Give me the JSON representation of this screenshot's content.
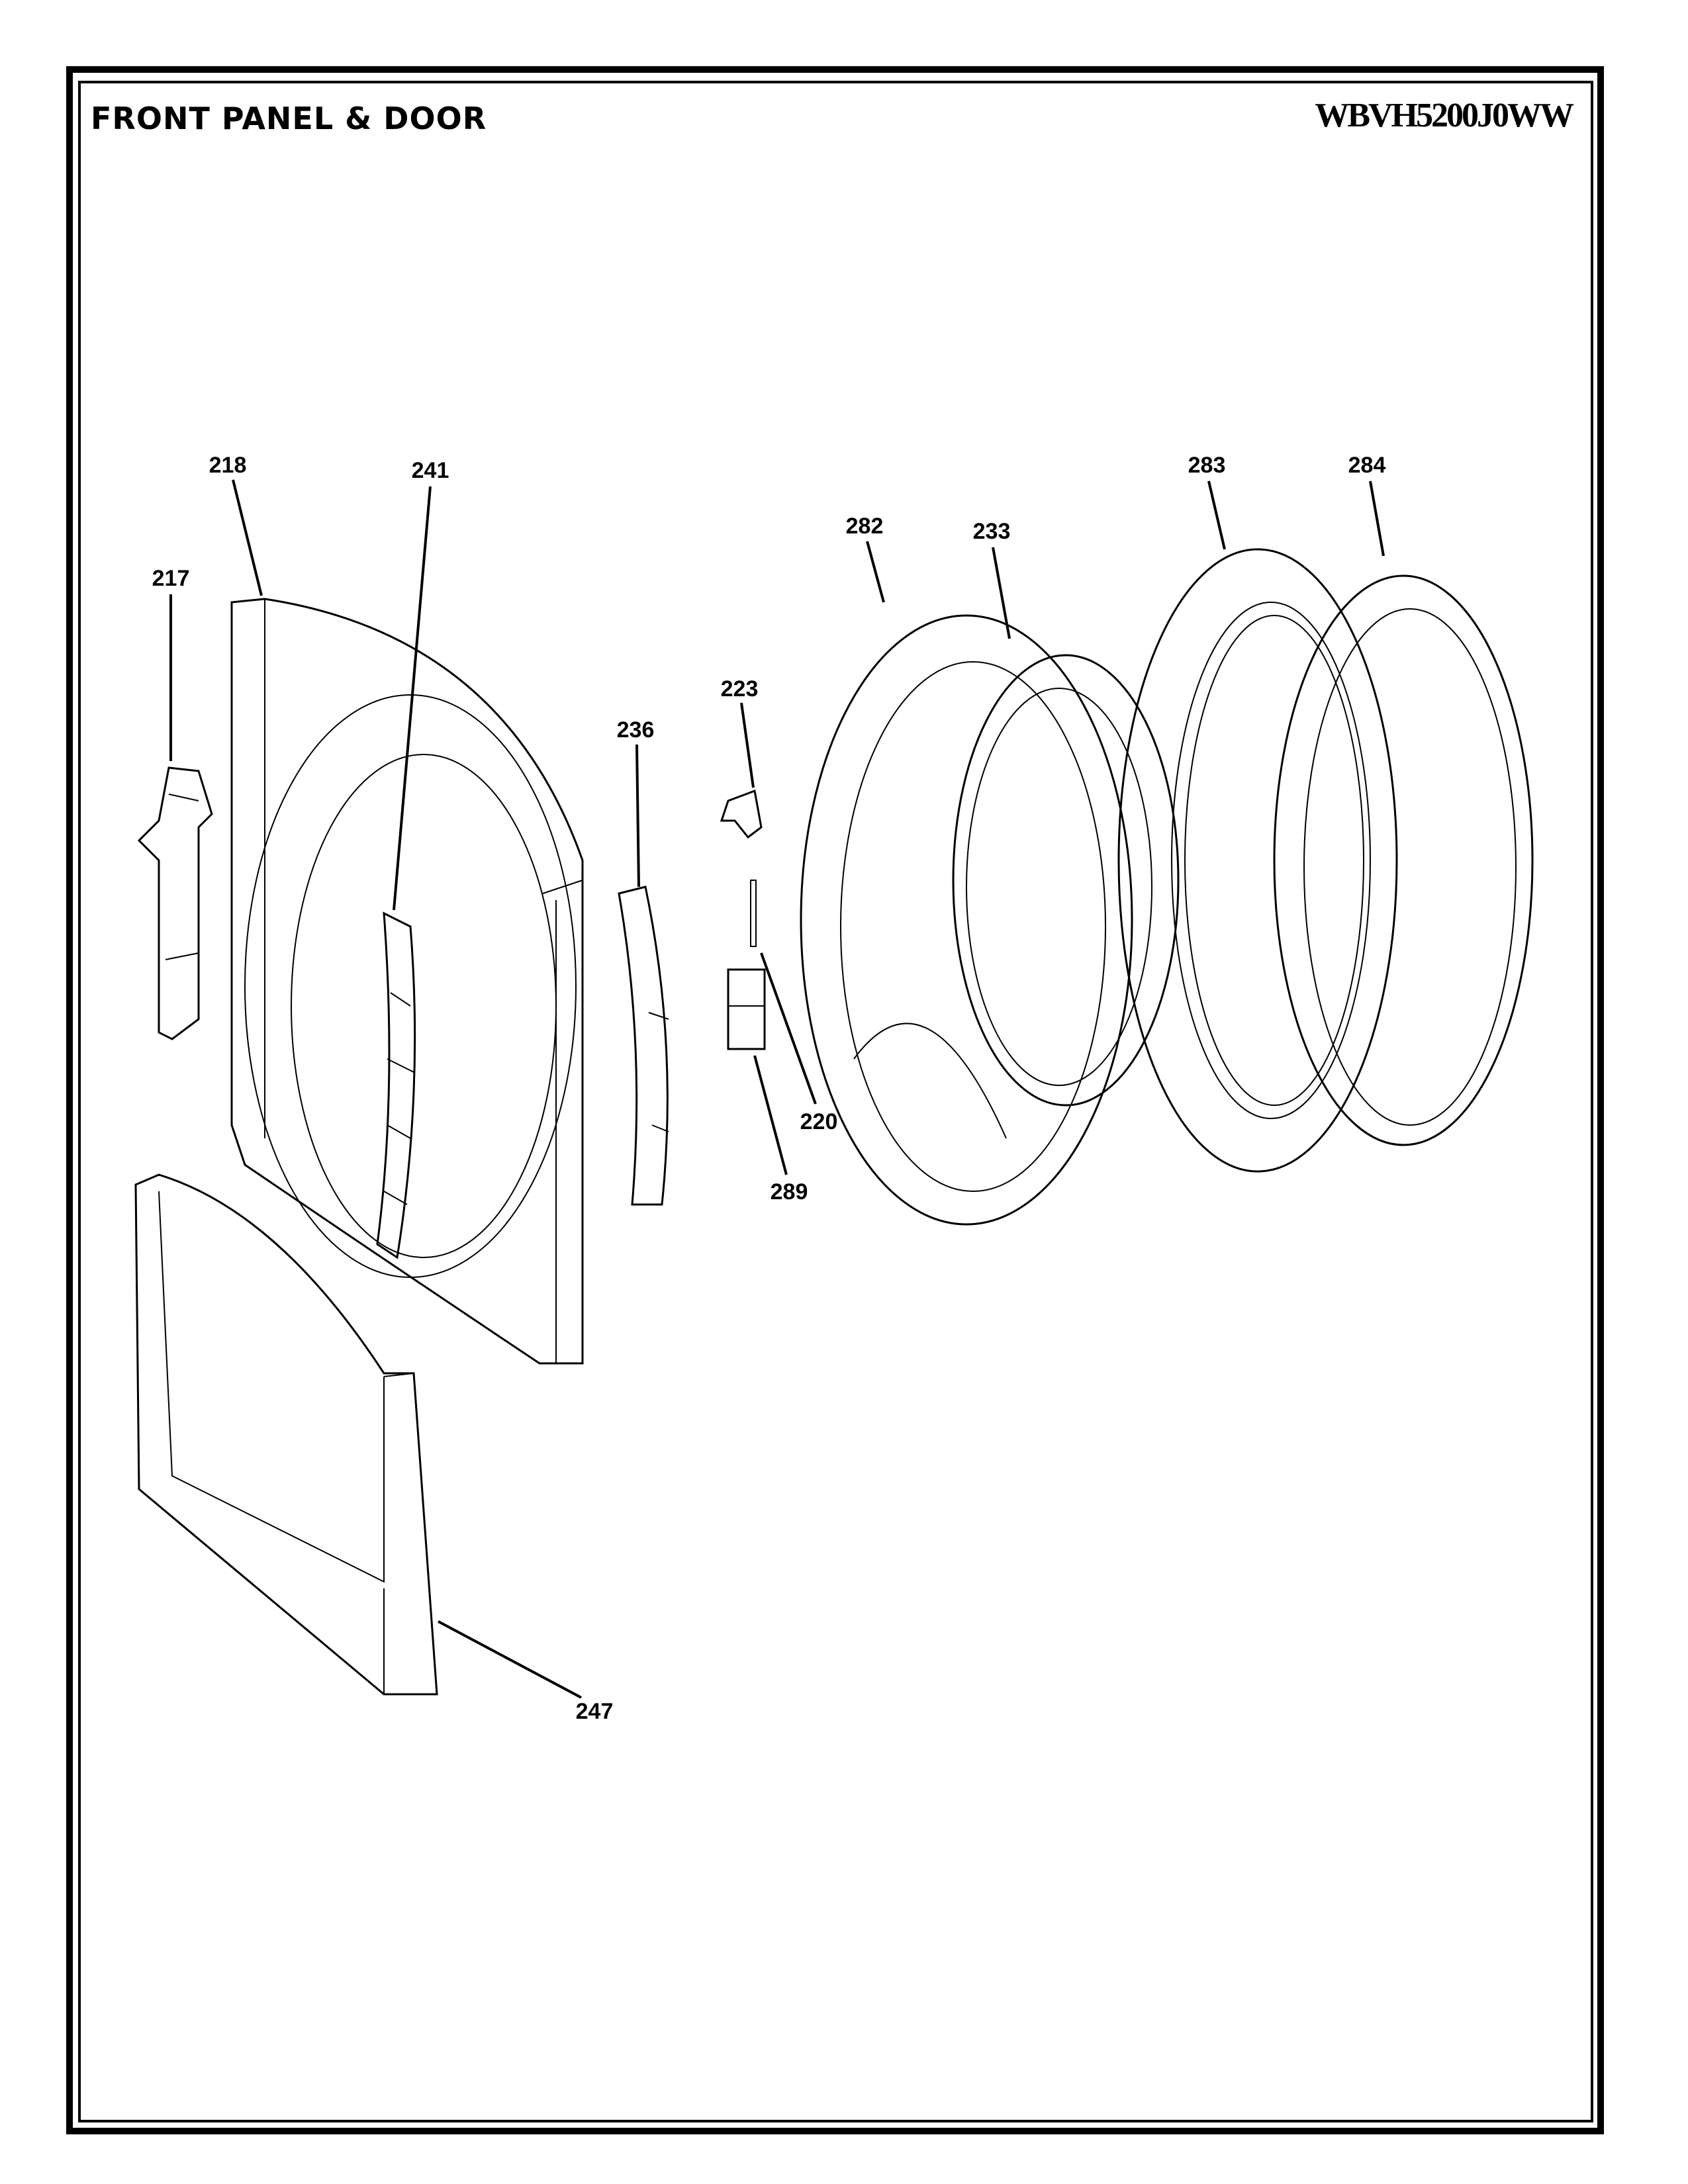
{
  "header": {
    "title": "FRONT PANEL & DOOR",
    "model": "WBVH5200J0WW"
  },
  "parts": {
    "p217": "217",
    "p218": "218",
    "p220": "220",
    "p223": "223",
    "p233": "233",
    "p236": "236",
    "p241": "241",
    "p247": "247",
    "p282": "282",
    "p283": "283",
    "p284": "284",
    "p289": "289"
  }
}
